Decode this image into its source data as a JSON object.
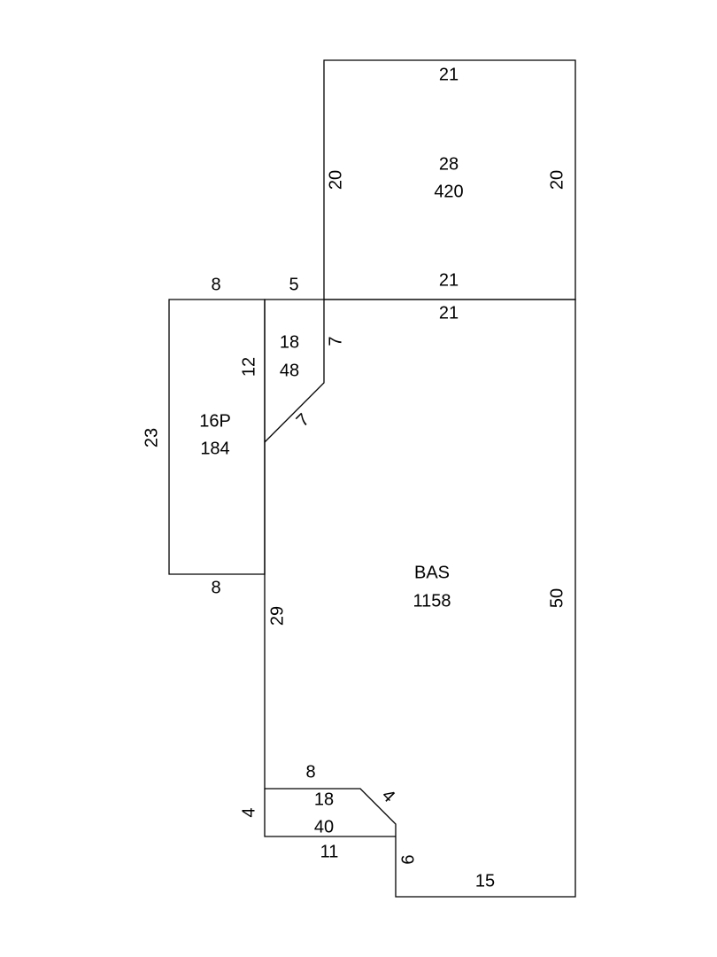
{
  "areas": {
    "top_room": {
      "label": "28",
      "area": "420"
    },
    "porch": {
      "label": "16P",
      "area": "184"
    },
    "small_upper": {
      "label": "18",
      "area": "48"
    },
    "bas": {
      "label": "BAS",
      "area": "1158"
    },
    "small_lower": {
      "label": "18",
      "area": "40"
    }
  },
  "dimensions": {
    "top_room_top": "21",
    "top_room_left": "20",
    "top_room_right": "20",
    "top_room_bottom": "21",
    "bas_top": "21",
    "porch_top": "8",
    "small_upper_top": "5",
    "porch_left": "23",
    "porch_bottom": "8",
    "small_upper_left": "12",
    "small_upper_right": "7",
    "small_upper_diag": "7",
    "bas_left": "29",
    "bas_right": "50",
    "small_lower_top": "8",
    "small_lower_diag": "4",
    "small_lower_left": "4",
    "small_lower_bottom": "11",
    "step_vertical": "6",
    "bas_bottom": "15"
  }
}
